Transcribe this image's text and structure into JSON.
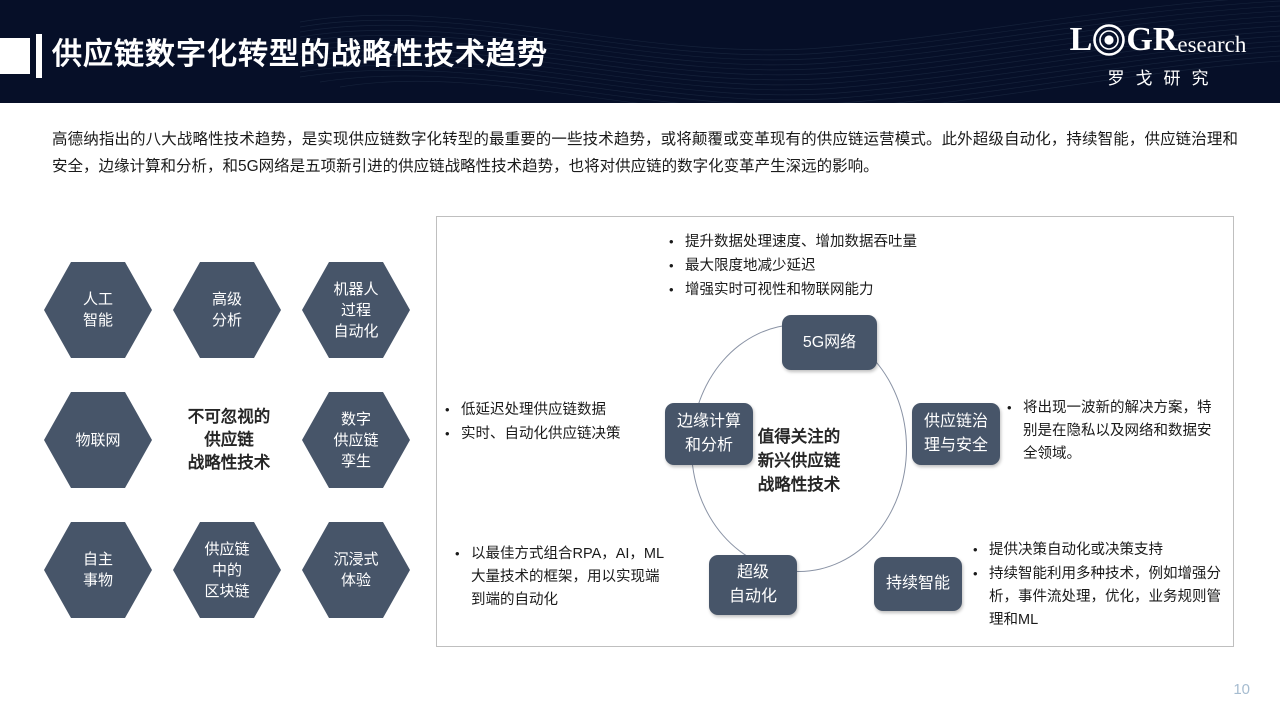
{
  "header": {
    "title": "供应链数字化转型的战略性技术趋势",
    "logo": {
      "l": "L",
      "g": "G",
      "r": "R",
      "research": "esearch",
      "chinese": "罗戈研究"
    },
    "background_color": "#060f28"
  },
  "intro": {
    "paragraph": "高德纳指出的八大战略性技术趋势，是实现供应链数字化转型的最重要的一些技术趋势，或将颠覆或变革现有的供应链运营模式。此外超级自动化，持续智能，供应链治理和安全，边缘计算和分析，和5G网络是五项新引进的供应链战略性技术趋势，也将对供应链的数字化变革产生深远的影响。"
  },
  "hex_grid": {
    "center_label": "不可忽视的\n供应链\n战略性技术",
    "center_lines": [
      "不可忽视的",
      "供应链",
      "战略性技术"
    ],
    "items": [
      {
        "id": "ai",
        "lines": [
          "人工",
          "智能"
        ]
      },
      {
        "id": "analytics",
        "lines": [
          "高级",
          "分析"
        ]
      },
      {
        "id": "rpa",
        "lines": [
          "机器人",
          "过程",
          "自动化"
        ]
      },
      {
        "id": "iot",
        "lines": [
          "物联网"
        ]
      },
      {
        "id": "twin",
        "lines": [
          "数字",
          "供应链",
          "孪生"
        ]
      },
      {
        "id": "autonomous",
        "lines": [
          "自主",
          "事物"
        ]
      },
      {
        "id": "blockchain",
        "lines": [
          "供应链",
          "中的",
          "区块链"
        ]
      },
      {
        "id": "immersive",
        "lines": [
          "沉浸式",
          "体验"
        ]
      }
    ],
    "hex_color": "#475569"
  },
  "diagram": {
    "center_lines": [
      "值得关注的",
      "新兴供应链",
      "战略性技术"
    ],
    "node_color": "#475569",
    "ring_color": "#8a93a5",
    "border_color": "#bfbfbf",
    "nodes": {
      "fiveg": {
        "lines": [
          "5G网络"
        ]
      },
      "governance": {
        "lines": [
          "供应链治",
          "理与安全"
        ]
      },
      "edge": {
        "lines": [
          "边缘计算",
          "和分析"
        ]
      },
      "continuous": {
        "lines": [
          "持续智能"
        ]
      },
      "hyper": {
        "lines": [
          "超级",
          "自动化"
        ]
      }
    },
    "bullets": {
      "fiveg": [
        "提升数据处理速度、增加数据吞吐量",
        "最大限度地减少延迟",
        "增强实时可视性和物联网能力"
      ],
      "edge": [
        "低延迟处理供应链数据",
        "实时、自动化供应链决策"
      ],
      "governance": [
        "将出现一波新的解决方案，特别是在隐私以及网络和数据安全领域。"
      ],
      "hyper": [
        "以最佳方式组合RPA，AI，ML大量技术的框架，用以实现端到端的自动化"
      ],
      "continuous": [
        "提供决策自动化或决策支持",
        "持续智能利用多种技术，例如增强分析，事件流处理，优化，业务规则管理和ML"
      ]
    }
  },
  "footer": {
    "page_number": "10"
  }
}
